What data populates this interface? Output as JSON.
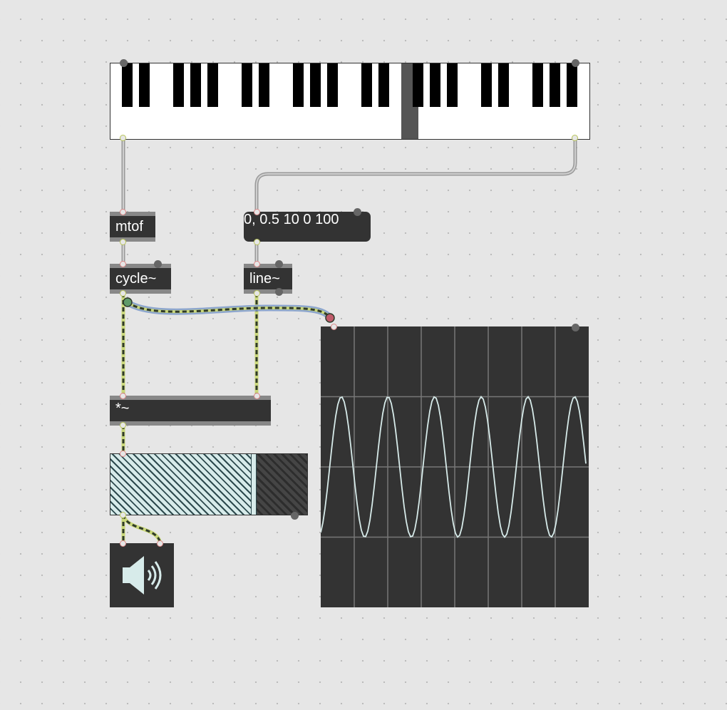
{
  "objects": {
    "mtof": {
      "label": "mtof"
    },
    "cycle": {
      "label": "cycle~"
    },
    "message": {
      "label": "0, 0.5 10 0 100"
    },
    "line": {
      "label": "line~"
    },
    "multiply": {
      "label": "*~"
    }
  },
  "keyboard": {
    "white_key_count": 28,
    "pressed_white_key_index": 17
  },
  "gain_slider": {
    "level": 0.73
  },
  "oscilloscope": {
    "cycles_visible": 5.7,
    "amplitude": 0.5,
    "trace_color": "#d7ebea"
  },
  "colors": {
    "canvas": "#e6e6e6",
    "object_body": "#333333",
    "audio_cord": "#c9d77a",
    "control_cord": "#aaaaaa",
    "selected_cord": "#7d9ac9"
  },
  "icons": {
    "dac": "speaker-icon"
  }
}
